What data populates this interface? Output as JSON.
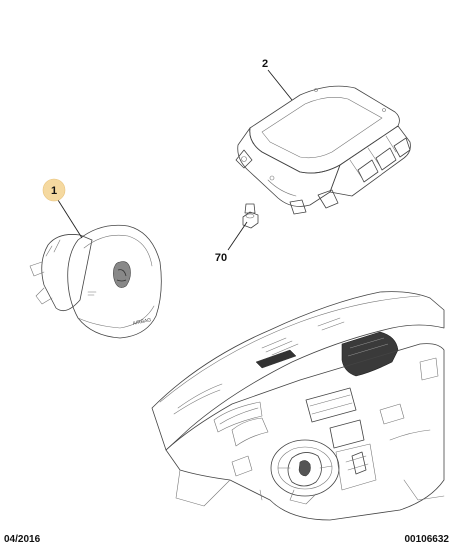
{
  "callouts": [
    {
      "id": "1",
      "label": "1",
      "highlighted": true
    },
    {
      "id": "2",
      "label": "2",
      "highlighted": false
    },
    {
      "id": "70",
      "label": "70",
      "highlighted": false
    }
  ],
  "parts": {
    "driver_airbag_emblem": "AIRBAG"
  },
  "footer": {
    "date": "04/2016",
    "reference": "00106632"
  },
  "colors": {
    "highlight_circle": "#f5d9a0",
    "line": "#444444",
    "part_fill": "#e6e6e6",
    "dark_part": "#333333"
  }
}
